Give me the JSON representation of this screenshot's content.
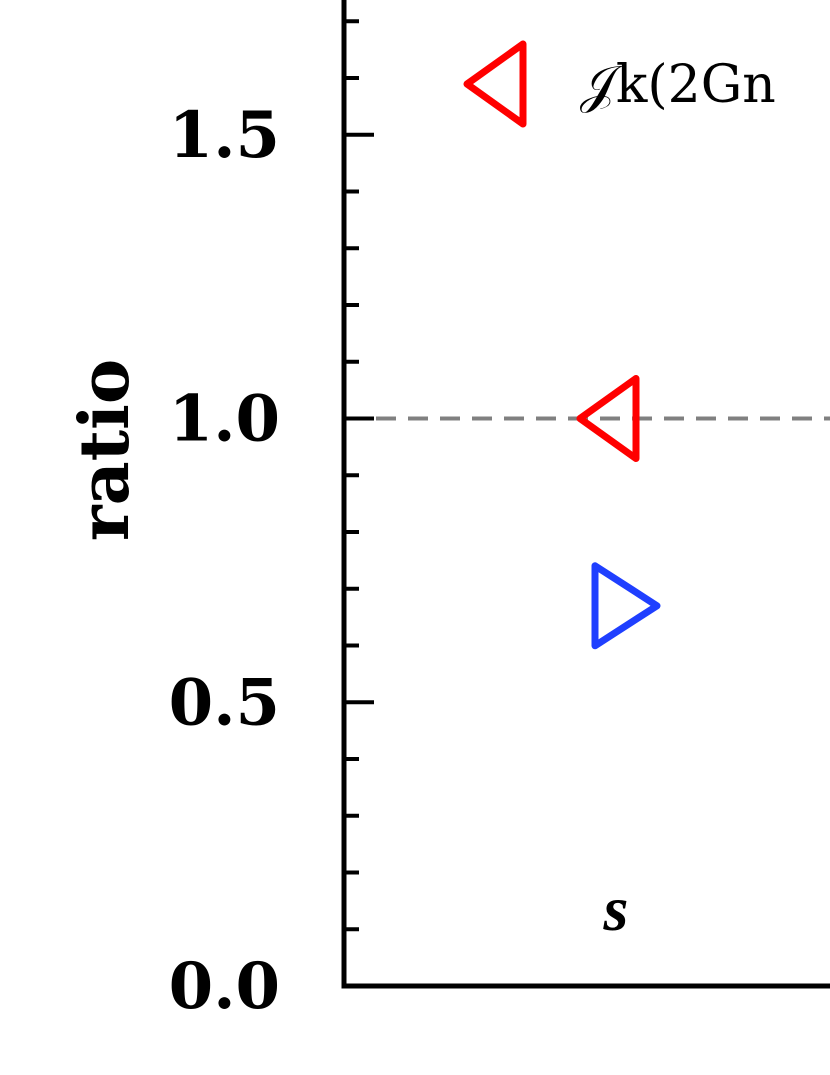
{
  "chart_data": {
    "type": "scatter",
    "ylabel": "ratio",
    "xlabel": "s",
    "ylim": [
      0.0,
      1.8
    ],
    "y_major_ticks": [
      0.0,
      0.5,
      1.0,
      1.5
    ],
    "y_tick_labels": [
      "0.0",
      "0.5",
      "1.0",
      "1.5"
    ],
    "y_minor_tick_step": 0.1,
    "reference_line": {
      "y": 1.0,
      "style": "dashed",
      "color": "#808080"
    },
    "legend": {
      "placement": "top-left",
      "entries": [
        {
          "label": "𝒥k(2Gn",
          "marker": "triangle-left",
          "color": "#ff0000"
        }
      ]
    },
    "series": [
      {
        "marker": "triangle-left",
        "color": "#ff0000",
        "points": [
          {
            "x": "s",
            "y": 1.0
          }
        ]
      },
      {
        "marker": "triangle-right",
        "color": "#1f3fff",
        "points": [
          {
            "x": "s",
            "y": 0.67
          }
        ]
      }
    ]
  },
  "colors": {
    "axis": "#000000",
    "red": "#ff0000",
    "blue": "#1f3fff",
    "reference": "#808080"
  }
}
